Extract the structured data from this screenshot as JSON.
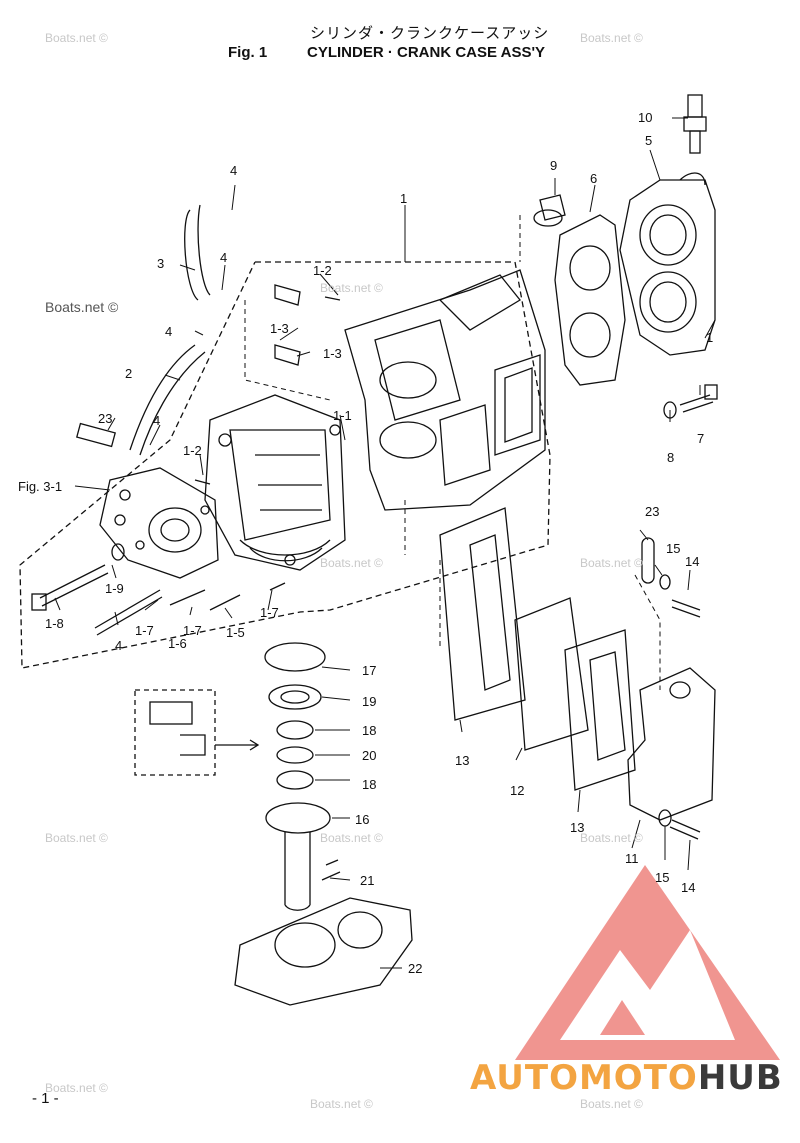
{
  "header": {
    "japanese_title": "シリンダ・クランクケースアッシ",
    "figure_number": "Fig. 1",
    "title": "CYLINDER · CRANK CASE ASS'Y"
  },
  "callouts": {
    "c1": "1",
    "c1b": "1",
    "c2": "2",
    "c3": "3",
    "c4a": "4",
    "c4b": "4",
    "c4c": "4",
    "c4d": "4",
    "c4e": "4",
    "c5": "5",
    "c6": "6",
    "c7": "7",
    "c8": "8",
    "c9": "9",
    "c10": "10",
    "c11": "11",
    "c12": "12",
    "c13a": "13",
    "c13b": "13",
    "c14a": "14",
    "c14b": "14",
    "c15a": "15",
    "c15b": "15",
    "c16": "16",
    "c17": "17",
    "c18a": "18",
    "c18b": "18",
    "c19": "19",
    "c20": "20",
    "c21": "21",
    "c22": "22",
    "c23a": "23",
    "c23b": "23",
    "c1_1": "1-1",
    "c1_2a": "1-2",
    "c1_2b": "1-2",
    "c1_3a": "1-3",
    "c1_3b": "1-3",
    "c1_5": "1-5",
    "c1_6": "1-6",
    "c1_7a": "1-7",
    "c1_7b": "1-7",
    "c1_7c": "1-7",
    "c1_8": "1-8",
    "c1_9": "1-9",
    "fig31": "Fig. 3-1"
  },
  "watermark": "Boats.net ©",
  "page_number": "- 1 -",
  "brand": {
    "part1": "AUTOMOTO",
    "part2": "HUB"
  },
  "colors": {
    "ink": "#111111",
    "logo_red": "#ee8a84",
    "logo_orange": "#f3a441",
    "logo_dark": "#3a3a3a",
    "watermark": "#c8c8c8"
  }
}
